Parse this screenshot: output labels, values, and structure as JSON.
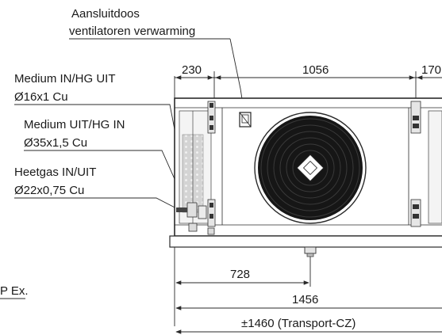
{
  "labels": {
    "junction_box_line1": "Aansluitdoos",
    "junction_box_line2": "ventilatoren verwarming",
    "medium_in_line1": "Medium IN/HG UIT",
    "medium_in_line2": "Ø16x1 Cu",
    "medium_out_line1": "Medium UIT/HG IN",
    "medium_out_line2": "Ø35x1,5 Cu",
    "hotgas_line1": "Heetgas IN/UIT",
    "hotgas_line2": "Ø22x0,75 Cu",
    "left_edge_fragment": "P Ex."
  },
  "dimensions": {
    "left_offset": "230",
    "fan_pitch": "1056",
    "right_offset": "170",
    "half_width": "728",
    "unit_width": "1456",
    "transport_width": "±1460 (Transport-CZ)"
  },
  "colors": {
    "line": "#2a2a2a",
    "fan": "#151515",
    "panel": "#cfcfcf",
    "background": "#ffffff"
  }
}
